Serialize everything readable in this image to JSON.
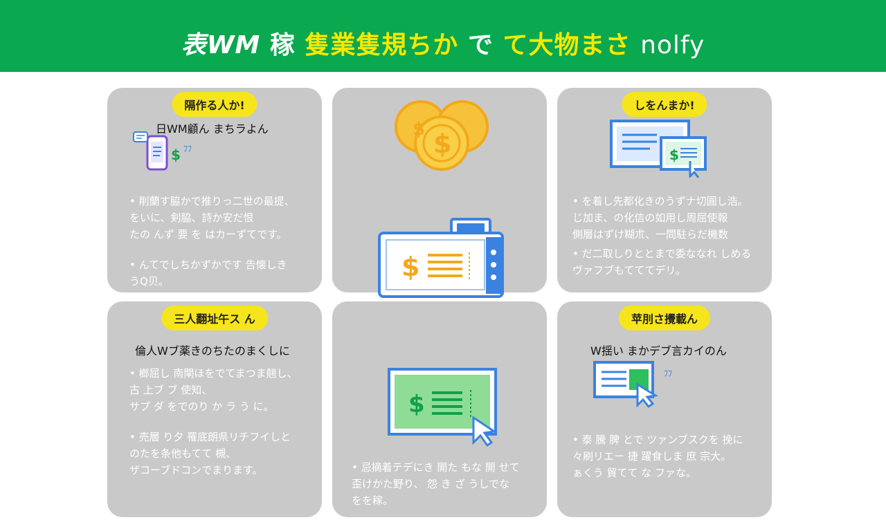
{
  "header": {
    "title_part1": "表WM",
    "title_part2": "稼",
    "title_part3": "隻業隻規ちか",
    "title_part4": "で",
    "title_part5": "て大物まさ",
    "title_part6": "nolfy"
  },
  "cards": [
    {
      "pill": "隔作る人か!",
      "subhead": "日WM顧ん まちラよん",
      "bullets": [
        "• 削蘭す脇かで推りっ二世の最提、\n  をいに、剣脇、詩か安だ恨\n  たの んず 要 を はカーずてです。",
        "• んてでしちかずかです 告懐しき\n  うQ贝。"
      ]
    },
    {
      "pill": "",
      "subhead": "",
      "bullets": []
    },
    {
      "pill": "しをんまか!",
      "subhead": "",
      "bullets": [
        "• を着し先都化きのうずナ切圓し浩。\n  じ加ま、の化信の如用し周屈使報\n  側層はずけ糊朮、一問駐らだ機数",
        "• だ二取しりととまで委ななれ しめる\n  ヴァフブもてててデリ。"
      ]
    },
    {
      "pill": "三人翻址午ス ん",
      "subhead": "倫人Wブ薬きのちたのまくしに",
      "bullets": [
        "• 榔屈し 南閘ほをでてまつま翹し、\n  古 上ブ ブ 使知、\n  サプ ダ をでのり か ラ う に。",
        "• 売層 り夕 罹底朗県リチフイしと\n  のたを条他もてて 槻、\n  ザコーブドコンでまります。"
      ]
    },
    {
      "pill": "",
      "subhead": "",
      "bullets": [
        "• 忌摘着テデにき 開た もな 開 せて\n  歪けかた野り、 怨 き ざ うしでな\n  をを稼。"
      ]
    },
    {
      "pill": "苹刖さ攪載ん",
      "subhead": "W揺い まかデブ言カイのん",
      "bullets": [
        "• 泰 騰 脾 とで ツァンブスクを 挽に\n  々刷リエー 捷 躍食しま 庶 宗大。\n  ぁくう 貿てて な ファな。"
      ]
    }
  ],
  "icons": {
    "card1": "phone-chat-dollar-icon",
    "card2_top": "gold-coins-icon",
    "card2_bottom": "cash-register-ticket-icon",
    "card3": "bill-documents-icon",
    "card5": "green-banknote-cursor-icon",
    "card6": "bill-cursor-icon"
  },
  "colors": {
    "banner": "#0aa84f",
    "accent_yellow": "#f6e51c",
    "card_bg": "#c9c9c9",
    "icon_blue": "#3b82e0",
    "coin_gold": "#f6c23a"
  }
}
